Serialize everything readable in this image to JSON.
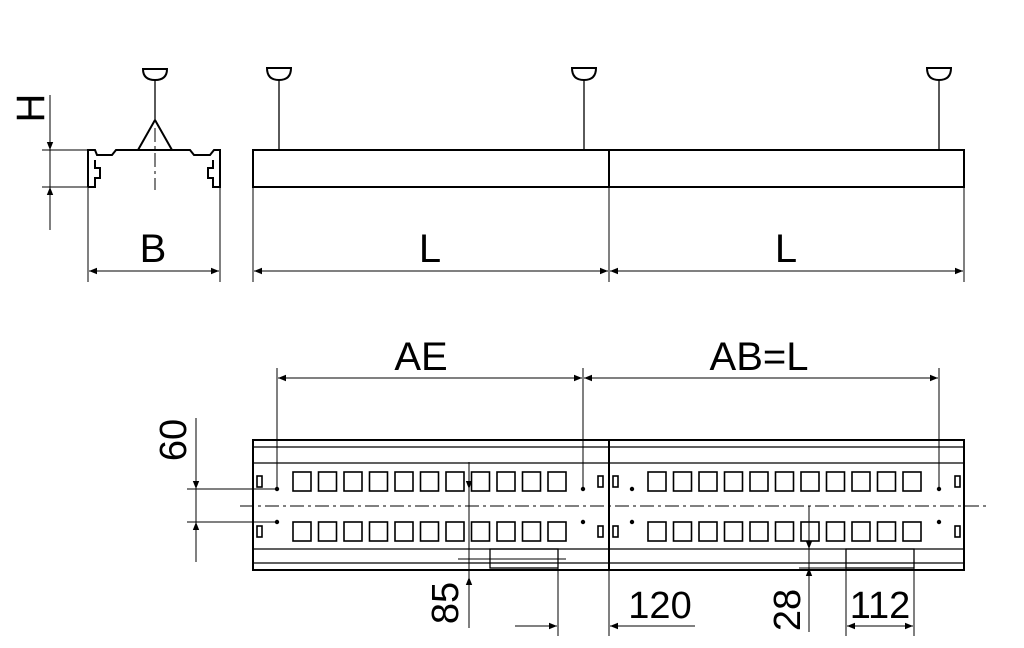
{
  "labels": {
    "height": "H",
    "width": "B",
    "length_1": "L",
    "length_2": "L",
    "ae": "AE",
    "ab": "AB=L",
    "dim_60": "60",
    "dim_85": "85",
    "dim_120": "120",
    "dim_28": "28",
    "dim_112": "112"
  }
}
